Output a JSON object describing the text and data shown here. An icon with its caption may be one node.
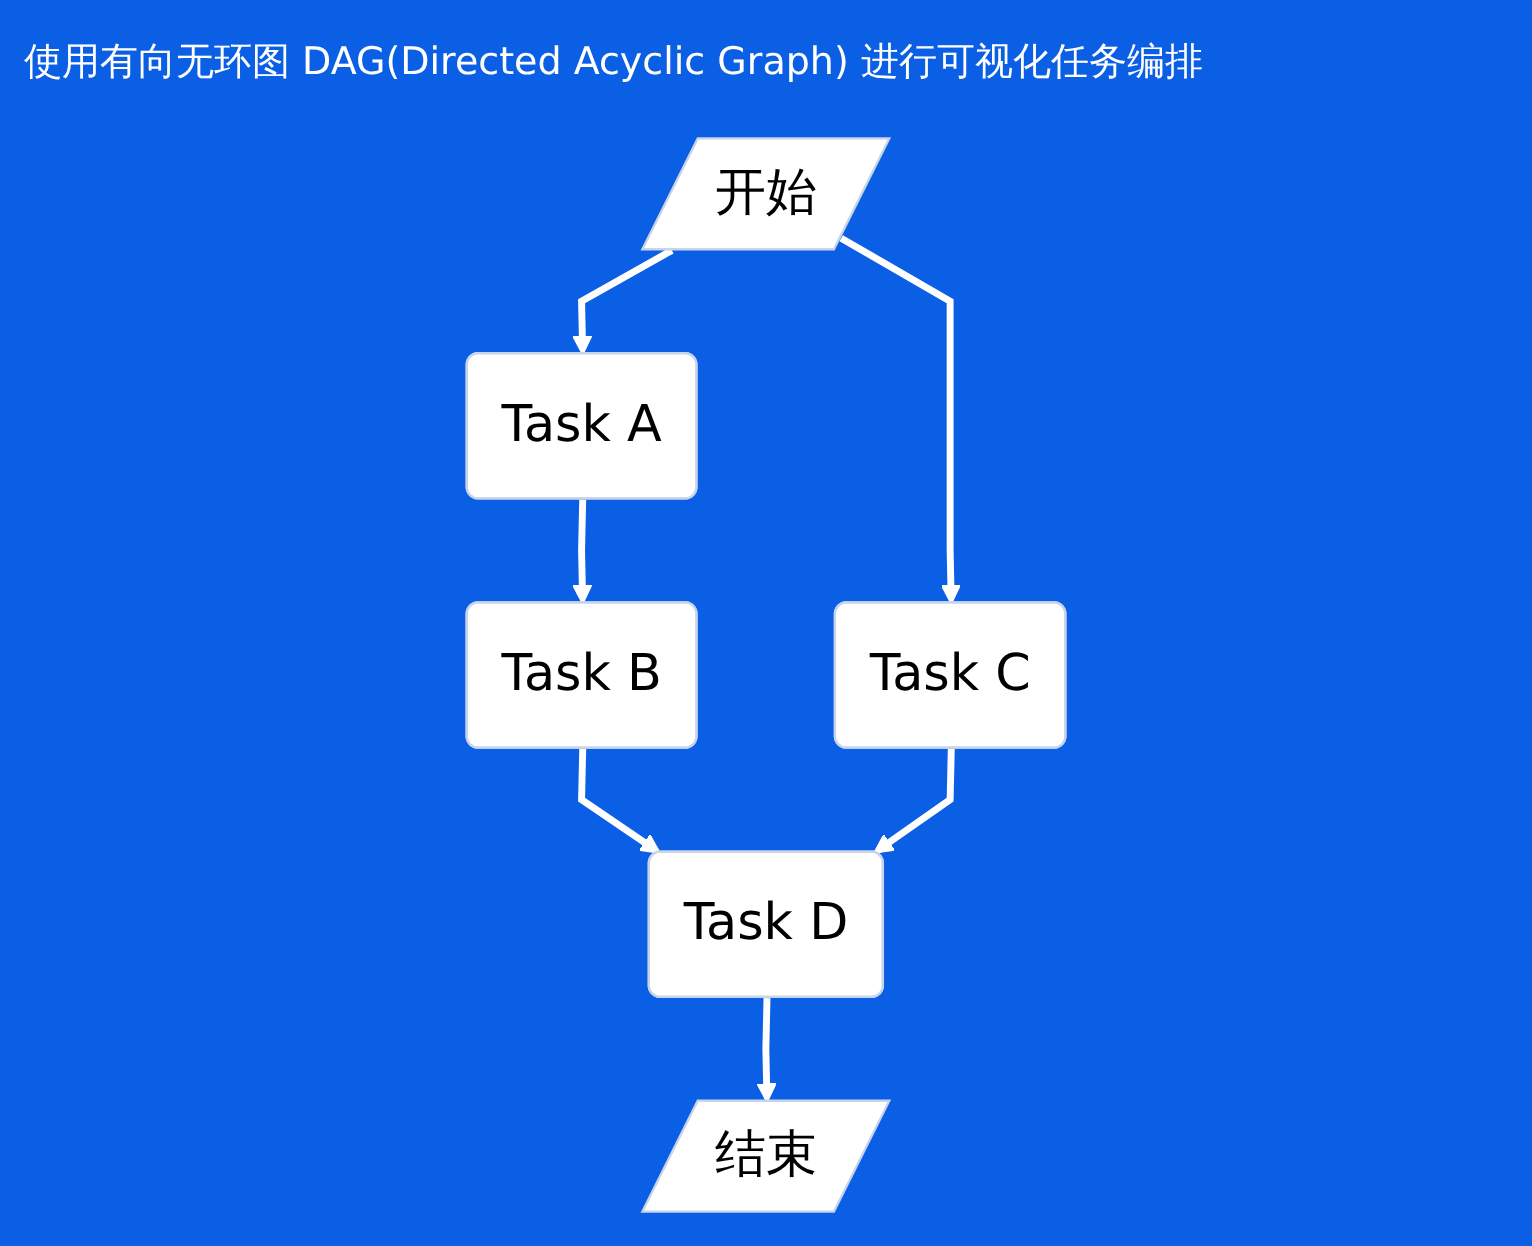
{
  "diagram": {
    "title": "使用有向无环图 DAG(Directed Acyclic Graph) 进行可视化任务编排",
    "nodes": [
      {
        "text": [
          "开始"
        ]
      },
      {
        "text": [
          "Task A"
        ]
      },
      {
        "text": [
          "Task B"
        ]
      },
      {
        "text": [
          "Task C"
        ]
      },
      {
        "text": [
          "Task D"
        ]
      },
      {
        "text": [
          "结束"
        ]
      }
    ],
    "edges": [
      {
        "from": 0,
        "to": 1,
        "arrow": "to"
      },
      {
        "from": 0,
        "to": 3,
        "arrow": "to"
      },
      {
        "from": 1,
        "to": 2,
        "arrow": "to"
      },
      {
        "from": 2,
        "to": 4,
        "arrow": "to"
      },
      {
        "from": 3,
        "to": 4,
        "arrow": "to"
      },
      {
        "from": 4,
        "to": 5,
        "arrow": "to"
      }
    ]
  }
}
